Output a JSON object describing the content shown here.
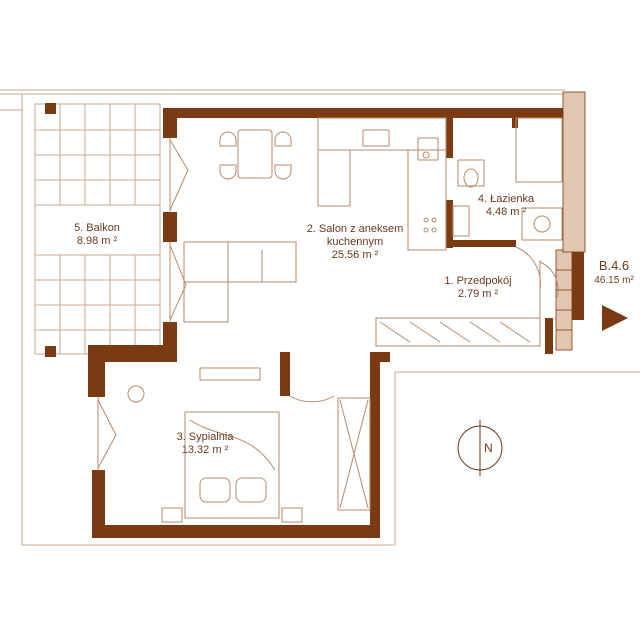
{
  "colors": {
    "wall": "#7a3a12",
    "line": "#b98a6a",
    "text": "#6b3a1e",
    "background": "#ffffff"
  },
  "rooms": [
    {
      "name": "1. Przedpokój",
      "area": "2.79 m ²"
    },
    {
      "name": "2. Salon z aneksem",
      "name2": "kuchennym",
      "area": "25.56 m ²"
    },
    {
      "name": "3. Sypialnia",
      "area": "13.32 m ²"
    },
    {
      "name": "4. Łazienka",
      "area": "4.48 m ²"
    },
    {
      "name": "5. Balkon",
      "area": "8.98 m ²"
    }
  ],
  "unit": {
    "id": "B.4.6",
    "area": "46.15 m²"
  },
  "compass": {
    "label": "N",
    "icon": "north-arrow-icon"
  },
  "entrance_marker": {
    "icon": "entrance-triangle-icon"
  }
}
